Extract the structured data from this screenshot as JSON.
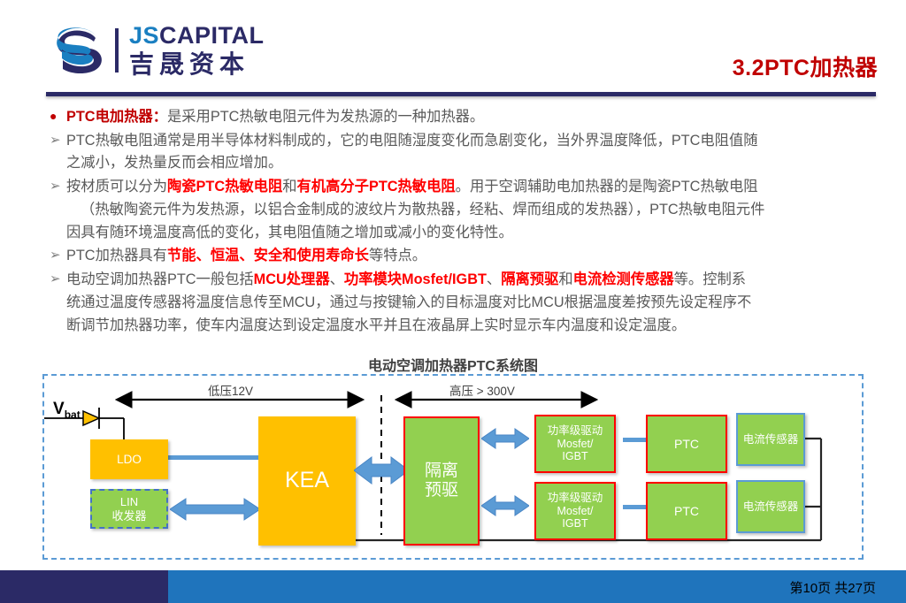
{
  "header": {
    "logo_en_js": "JS",
    "logo_en_capital": "CAPITAL",
    "logo_cn": "吉晟资本",
    "title": "3.2PTC加热器",
    "brand_navy": "#2b2a66",
    "brand_blue": "#1a7fc1",
    "title_color": "#c00000"
  },
  "content": {
    "paragraphs": [
      {
        "marker": "●",
        "marker_type": "dot",
        "lines": [
          [
            {
              "t": "PTC电加热器：",
              "s": "dred"
            },
            {
              "t": "是采用PTC热敏电阻元件为发热源的一种加热器。",
              "s": "normal"
            }
          ]
        ]
      },
      {
        "marker": "➢",
        "marker_type": "arrow",
        "lines": [
          [
            {
              "t": "PTC热敏电阻通常是用半导体材料制成的，它的电阻随湿度变化而急剧变化，当外界温度降低，PTC电阻值随",
              "s": "normal"
            }
          ],
          [
            {
              "t": "之减小，发热量反而会相应增加。",
              "s": "normal"
            }
          ]
        ]
      },
      {
        "marker": "➢",
        "marker_type": "arrow",
        "lines": [
          [
            {
              "t": "按材质可以分为",
              "s": "normal"
            },
            {
              "t": "陶瓷PTC热敏电阻",
              "s": "red"
            },
            {
              "t": "和",
              "s": "normal"
            },
            {
              "t": "有机高分子PTC热敏电阻",
              "s": "red"
            },
            {
              "t": "。用于空调辅助电加热器的是陶瓷PTC热敏电阻",
              "s": "normal"
            }
          ],
          [
            {
              "t": "（热敏陶瓷元件为发热源，以铝合金制成的波纹片为散热器，经粘、焊而组成的发热器），PTC热敏电阻元件",
              "s": "normal",
              "indent": true
            }
          ],
          [
            {
              "t": "因具有随环境温度高低的变化，其电阻值随之增加或减小的变化特性。",
              "s": "normal"
            }
          ]
        ]
      },
      {
        "marker": "➢",
        "marker_type": "arrow",
        "lines": [
          [
            {
              "t": "PTC加热器具有",
              "s": "normal"
            },
            {
              "t": "节能、恒温、安全和使用寿命长",
              "s": "red"
            },
            {
              "t": "等特点。",
              "s": "normal"
            }
          ]
        ]
      },
      {
        "marker": "➢",
        "marker_type": "arrow",
        "lines": [
          [
            {
              "t": "电动空调加热器PTC一般包括",
              "s": "normal"
            },
            {
              "t": "MCU处理器",
              "s": "red"
            },
            {
              "t": "、",
              "s": "normal"
            },
            {
              "t": "功率模块Mosfet/IGBT",
              "s": "red"
            },
            {
              "t": "、",
              "s": "normal"
            },
            {
              "t": "隔离预驱",
              "s": "red"
            },
            {
              "t": "和",
              "s": "normal"
            },
            {
              "t": "电流检测传感器",
              "s": "red"
            },
            {
              "t": "等。控制系",
              "s": "normal"
            }
          ],
          [
            {
              "t": "统通过温度传感器将温度信息传至MCU，通过与按键输入的目标温度对比MCU根据温度差按预先设定程序不",
              "s": "normal"
            }
          ],
          [
            {
              "t": "断调节加热器功率，使车内温度达到设定温度水平并且在液晶屏上实时显示车内温度和设定温度。",
              "s": "normal"
            }
          ]
        ]
      }
    ]
  },
  "diagram": {
    "title": "电动空调加热器PTC系统图",
    "span_low_label": "低压12V",
    "span_high_label": "高压 > 300V",
    "vbat_label": "V",
    "vbat_sub": "bat",
    "boxes": {
      "ldo": "LDO",
      "lin": "LIN\n收发器",
      "lin_line1": "LIN",
      "lin_line2": "收发器",
      "kea": "KEA",
      "isolation_line1": "隔离",
      "isolation_line2": "预驱",
      "driver_line1": "功率级驱动",
      "driver_line2": "Mosfet/",
      "driver_line3": "IGBT",
      "ptc": "PTC",
      "current_sensor": "电流传感器"
    },
    "colors": {
      "yellow": "#ffc000",
      "green": "#92d050",
      "blue_arrow": "#5b9bd5",
      "red_border": "#ff0000",
      "dashed_border": "#5b9bd5"
    }
  },
  "footer": {
    "page_number": "第10页 共27页",
    "navy": "#2b2a66",
    "blue": "#1f74bc"
  }
}
